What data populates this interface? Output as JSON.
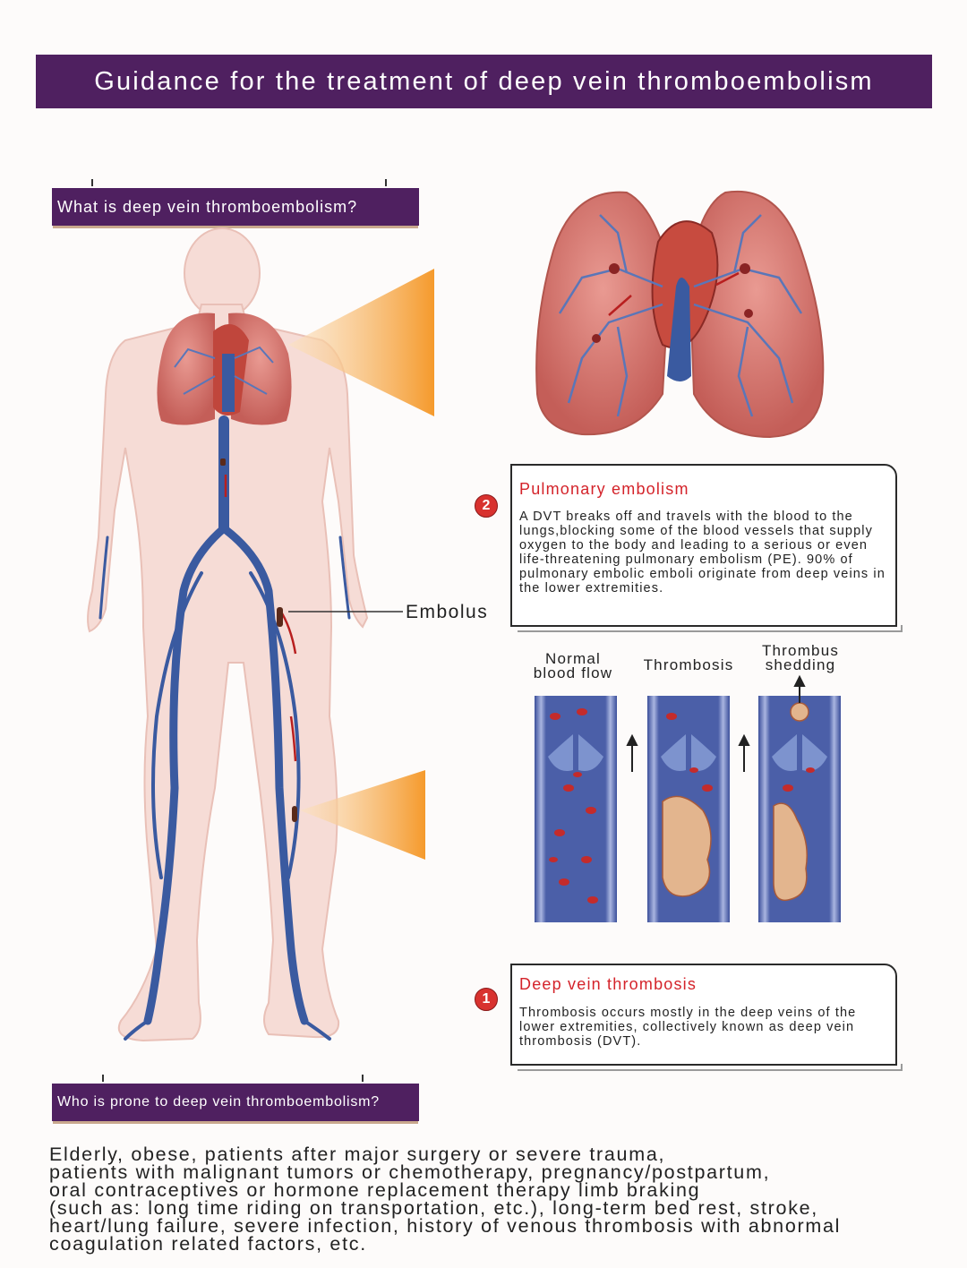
{
  "title": "Guidance for the treatment of deep vein thromboembolism",
  "section_what": "What is deep vein thromboembolism?",
  "section_who": "Who is prone to deep vein thromboembolism?",
  "embolus_label": "Embolus",
  "pulmonary": {
    "number": "2",
    "heading": "Pulmonary embolism",
    "body": "A DVT breaks off and travels with the blood to the lungs,blocking some of the blood vessels that supply oxygen to the body and leading to a serious or even life-threatening pulmonary embolism (PE). 90% of pulmonary embolic emboli originate from deep veins in the lower extremities."
  },
  "dvt": {
    "number": "1",
    "heading": "Deep vein thrombosis",
    "body": "Thrombosis occurs mostly in the deep veins of the lower extremities, collectively known as deep vein thrombosis (DVT)."
  },
  "stages": {
    "normal_1": "Normal",
    "normal_2": "blood flow",
    "thrombosis": "Thrombosis",
    "shedding_1": "Thrombus",
    "shedding_2": "shedding"
  },
  "who_lines": [
    "Elderly, obese, patients after major surgery or severe trauma,",
    "patients with malignant tumors or chemotherapy, pregnancy/postpartum,",
    "oral contraceptives or hormone replacement therapy limb braking",
    "(such as: long time riding on transportation, etc.), long-term bed rest, stroke,",
    "heart/lung failure, severe infection, history of venous thrombosis with abnormal",
    "coagulation related factors, etc."
  ],
  "colors": {
    "banner": "#4f2060",
    "accent_red": "#d4232a",
    "vein_blue": "#3a5aa0",
    "skin": "#f6dcd6",
    "lung": "#d97a72"
  }
}
